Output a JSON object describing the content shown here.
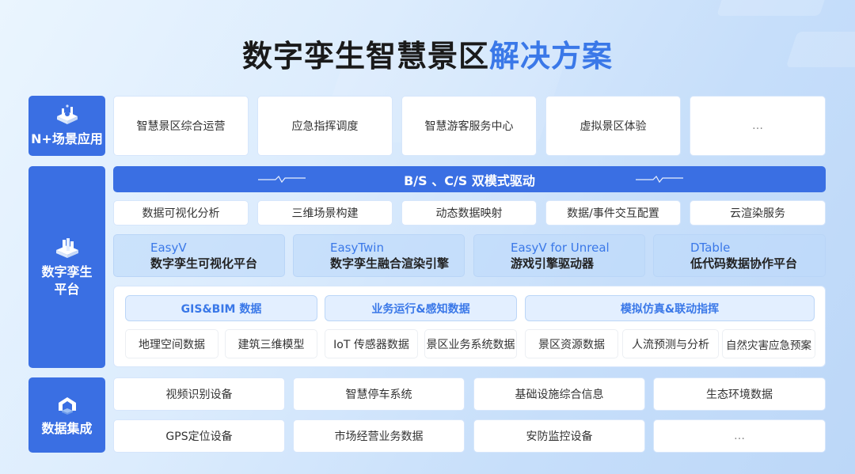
{
  "title": {
    "main": "数字孪生智慧景区",
    "accent": "解决方案"
  },
  "colors": {
    "primary": "#3a6fe3",
    "accent_text": "#3a78e8",
    "title_text": "#1a1a1a"
  },
  "layers": {
    "apps": {
      "label": "N+场景应用",
      "icon": "scene-app-icon",
      "items": [
        "智慧景区综合运营",
        "应急指挥调度",
        "智慧游客服务中心",
        "虚拟景区体验",
        "…"
      ]
    },
    "platform": {
      "label_line1": "数字孪生",
      "label_line2": "平台",
      "icon": "platform-icon",
      "bar_label": "B/S 、C/S 双模式驱动",
      "capabilities": [
        "数据可视化分析",
        "三维场景构建",
        "动态数据映射",
        "数据/事件交互配置",
        "云渲染服务"
      ],
      "products": [
        {
          "name": "EasyV",
          "desc": "数字孪生可视化平台"
        },
        {
          "name": "EasyTwin",
          "desc": "数字孪生融合渲染引擎"
        },
        {
          "name": "EasyV for Unreal",
          "desc": "游戏引擎驱动器"
        },
        {
          "name": "DTable",
          "desc": "低代码数据协作平台"
        }
      ],
      "data_categories": [
        {
          "label": "GIS&BIM 数据",
          "items": [
            "地理空间数据",
            "建筑三维模型"
          ]
        },
        {
          "label": "业务运行&感知数据",
          "items": [
            "IoT 传感器数据",
            "景区业务系统数据"
          ]
        },
        {
          "label": "模拟仿真&联动指挥",
          "items": [
            "景区资源数据",
            "人流预测与分析",
            "自然灾害应急预案"
          ]
        }
      ]
    },
    "integration": {
      "label": "数据集成",
      "icon": "data-integration-icon",
      "rows": [
        [
          "视频识别设备",
          "智慧停车系统",
          "基础设施综合信息",
          "生态环境数据"
        ],
        [
          "GPS定位设备",
          "市场经营业务数据",
          "安防监控设备",
          "…"
        ]
      ]
    }
  }
}
